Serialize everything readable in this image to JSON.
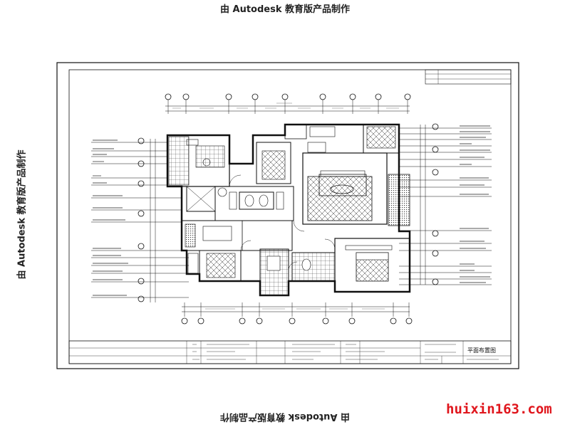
{
  "watermark": "由 Autodesk 教育版产品制作",
  "site_logo": "huixin163.com",
  "title_block": {
    "drawing_title": "平面布置图"
  },
  "colors": {
    "line": "#111111",
    "logo": "#e0161d"
  }
}
